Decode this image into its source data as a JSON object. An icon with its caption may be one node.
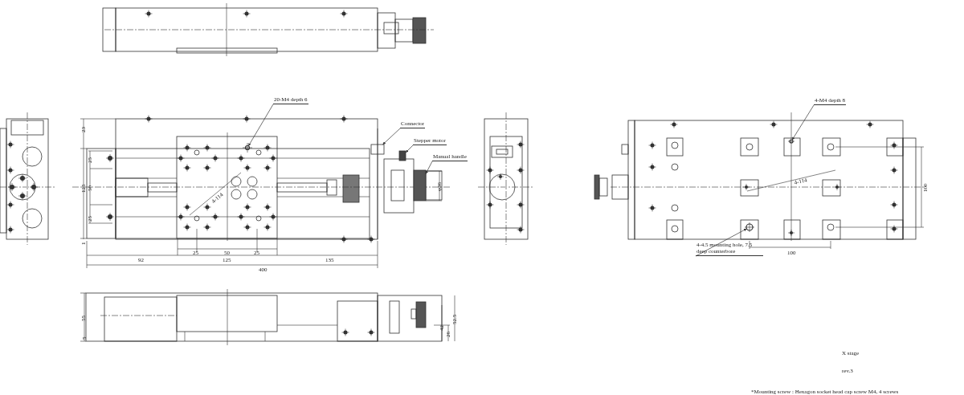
{
  "diagram": {
    "nodes": [
      {
        "text": [
          "20-M4 depth 6"
        ]
      },
      {
        "text": [
          "Connector"
        ]
      },
      {
        "text": [
          "Stepper motor"
        ]
      },
      {
        "text": [
          "Manual handle"
        ]
      },
      {
        "text": [
          "4-M4 depth 8"
        ]
      },
      {
        "text": [
          "4-4.5 mounting hole, 7.5 deep counterbore"
        ]
      },
      {
        "text": [],
        "shape": "circle"
      },
      {
        "text": [],
        "shape": "box"
      },
      {
        "text": [],
        "shape": "box"
      },
      {
        "text": [],
        "shape": "box"
      },
      {
        "text": [],
        "shape": "circle"
      },
      {
        "text": [],
        "shape": "circle"
      }
    ],
    "edges": [
      {
        "from": 0,
        "to": 6,
        "arrow": "to"
      },
      {
        "from": 1,
        "to": 7,
        "arrow": "to"
      },
      {
        "from": 2,
        "to": 8,
        "arrow": "to"
      },
      {
        "from": 3,
        "to": 9,
        "arrow": "to"
      },
      {
        "from": 4,
        "to": 10,
        "arrow": "to"
      },
      {
        "from": 5,
        "to": 11,
        "arrow": "to"
      }
    ],
    "labels": [
      "23",
      "25",
      "125",
      "50",
      "4-114",
      "25",
      "1",
      "25",
      "50",
      "25",
      "92",
      "125",
      "135",
      "400",
      "φ36",
      "4-114",
      "100",
      "100",
      "55",
      "5",
      "42",
      "26",
      "52.5",
      "X stage",
      "rev.3",
      "*Mounting screw : Hexagon socket head cap screw M4, 4 screws"
    ]
  }
}
